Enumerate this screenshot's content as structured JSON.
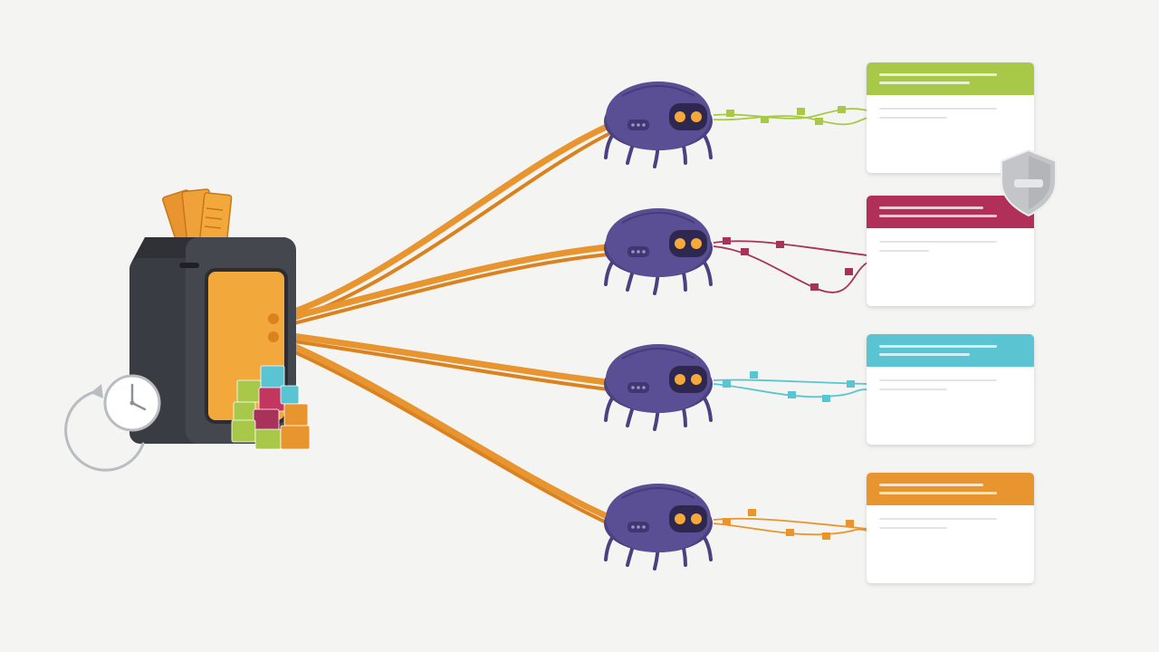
{
  "diagram": {
    "source": {
      "name": "ticket-dispenser",
      "icons": [
        "tickets-icon",
        "clock-icon",
        "cube-stack-icon"
      ]
    },
    "lines_color": "#e8952f",
    "bots": [
      {
        "name": "crawler-bot-1",
        "trail_color": "#a8c84a"
      },
      {
        "name": "crawler-bot-2",
        "trail_color": "#a8325a"
      },
      {
        "name": "crawler-bot-3",
        "trail_color": "#5ac4d2"
      },
      {
        "name": "crawler-bot-4",
        "trail_color": "#e8952f"
      }
    ],
    "cards": [
      {
        "name": "result-card-1",
        "color": "#a8c84a"
      },
      {
        "name": "result-card-2",
        "color": "#b0305a",
        "badge": "shield-icon"
      },
      {
        "name": "result-card-3",
        "color": "#5ac4d2"
      },
      {
        "name": "result-card-4",
        "color": "#e8952f"
      }
    ],
    "colors": {
      "background": "#f4f4f2",
      "dispenser_body": "#3e4048",
      "dispenser_panel": "#f2a83b",
      "bot_body": "#5a4f94",
      "bot_eye": "#f4a93a",
      "shield": "#b8babd"
    }
  }
}
